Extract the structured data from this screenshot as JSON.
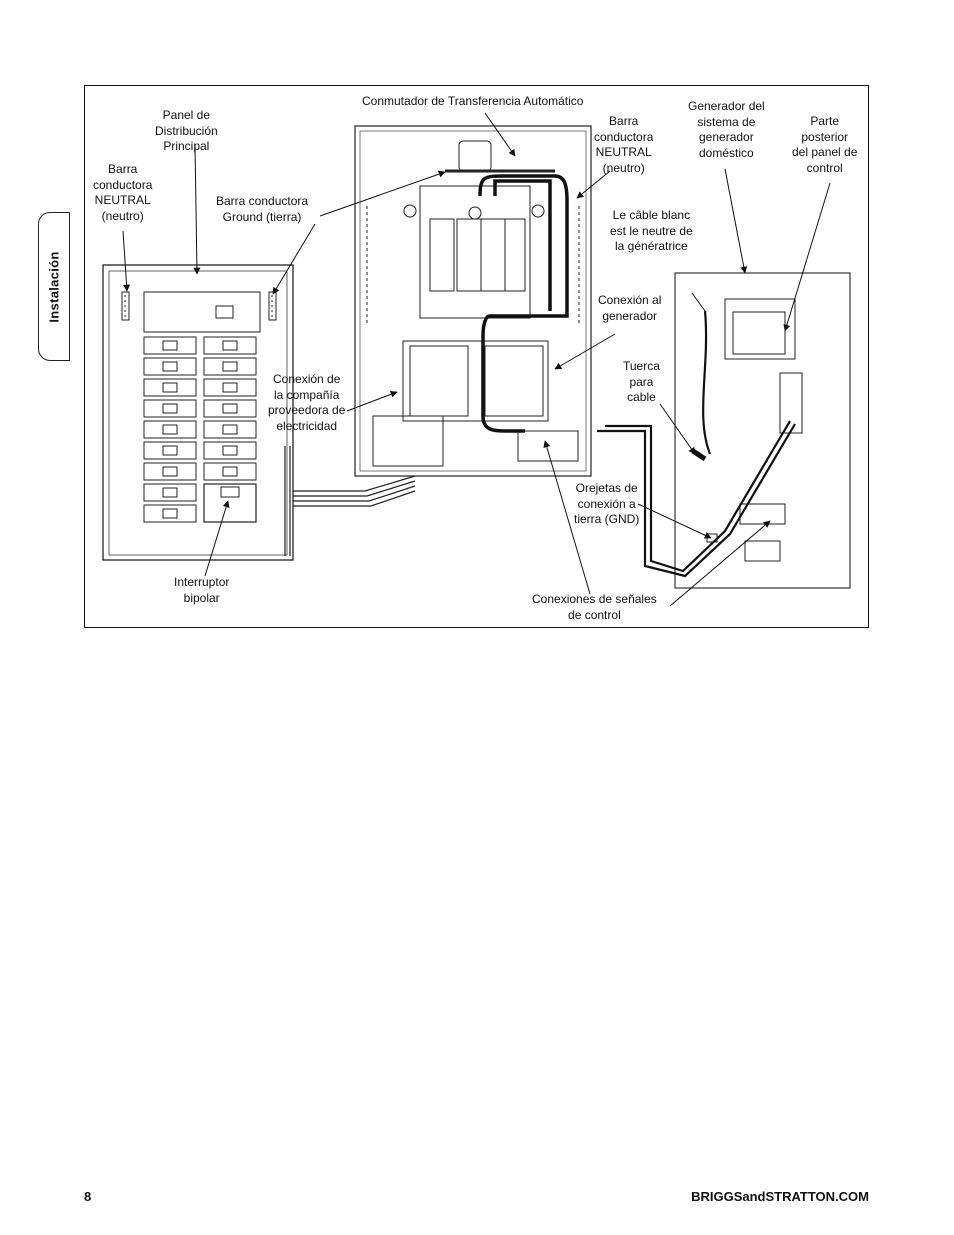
{
  "side_tab": "Instalación",
  "labels": {
    "ats": "Conmutador de Transferencia Automático",
    "main_panel": [
      "Panel de",
      "Distribución",
      "Principal"
    ],
    "neutral_bar_left": [
      "Barra",
      "conductora",
      "NEUTRAL",
      "(neutro)"
    ],
    "ground_bar": [
      "Barra conductora",
      "Ground (tierra)"
    ],
    "neutral_bar_right": [
      "Barra",
      "conductora",
      "NEUTRAL",
      "(neutro)"
    ],
    "generator": [
      "Generador del",
      "sistema de",
      "generador",
      "doméstico"
    ],
    "control_panel_back": [
      "Parte",
      "posterior",
      "del panel de",
      "control"
    ],
    "white_cable": [
      "Le câble blanc",
      "est le neutre de",
      "la génératrice"
    ],
    "generator_connection": [
      "Conexión al",
      "generador"
    ],
    "utility_connection": [
      "Conexión de",
      "la compañía",
      "proveedora de",
      "electricidad"
    ],
    "cable_nut": [
      "Tuerca",
      "para",
      "cable"
    ],
    "ground_lugs": [
      "Orejetas de",
      "conexión a",
      "tierra (GND)"
    ],
    "control_signals": [
      "Conexiones de señales",
      "de control"
    ],
    "breaker": [
      "Interruptor",
      "bipolar"
    ]
  },
  "footer": {
    "page_number": "8",
    "website": "BRIGGSandSTRATTON.COM"
  }
}
